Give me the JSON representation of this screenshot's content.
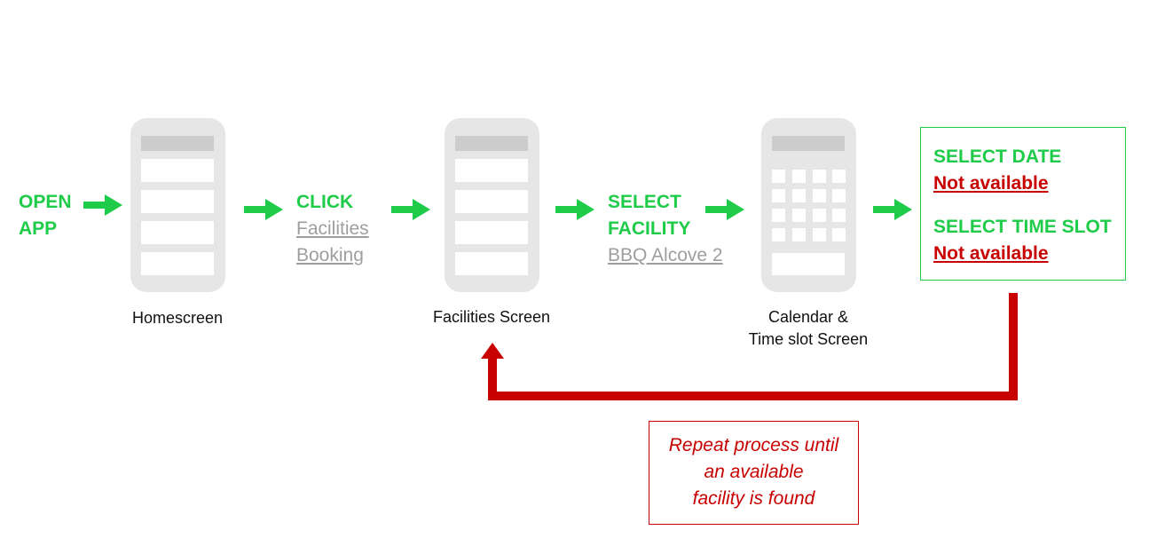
{
  "steps": {
    "open": [
      "OPEN",
      "APP"
    ],
    "click": {
      "label": "CLICK",
      "links": [
        "Facilities",
        "Booking"
      ]
    },
    "select_facility": {
      "label": [
        "SELECT",
        "FACILITY"
      ],
      "link": "BBQ Alcove 2"
    }
  },
  "screens": {
    "home": "Homescreen",
    "facilities": "Facilities Screen",
    "calendar": [
      "Calendar &",
      "Time slot Screen"
    ]
  },
  "result": {
    "date_label": "SELECT DATE",
    "date_status": "Not available",
    "time_label": "SELECT TIME SLOT",
    "time_status": "Not available"
  },
  "loop_note": [
    "Repeat process until",
    "an available",
    "facility is found"
  ],
  "colors": {
    "green": "#1fcc4a",
    "red": "#c80000",
    "gray": "#9e9e9e",
    "phone": "#e6e6e6"
  },
  "icons": [
    "arrow-right-icon",
    "phone-screen-icon",
    "calendar-screen-icon",
    "loop-back-arrow-icon"
  ]
}
